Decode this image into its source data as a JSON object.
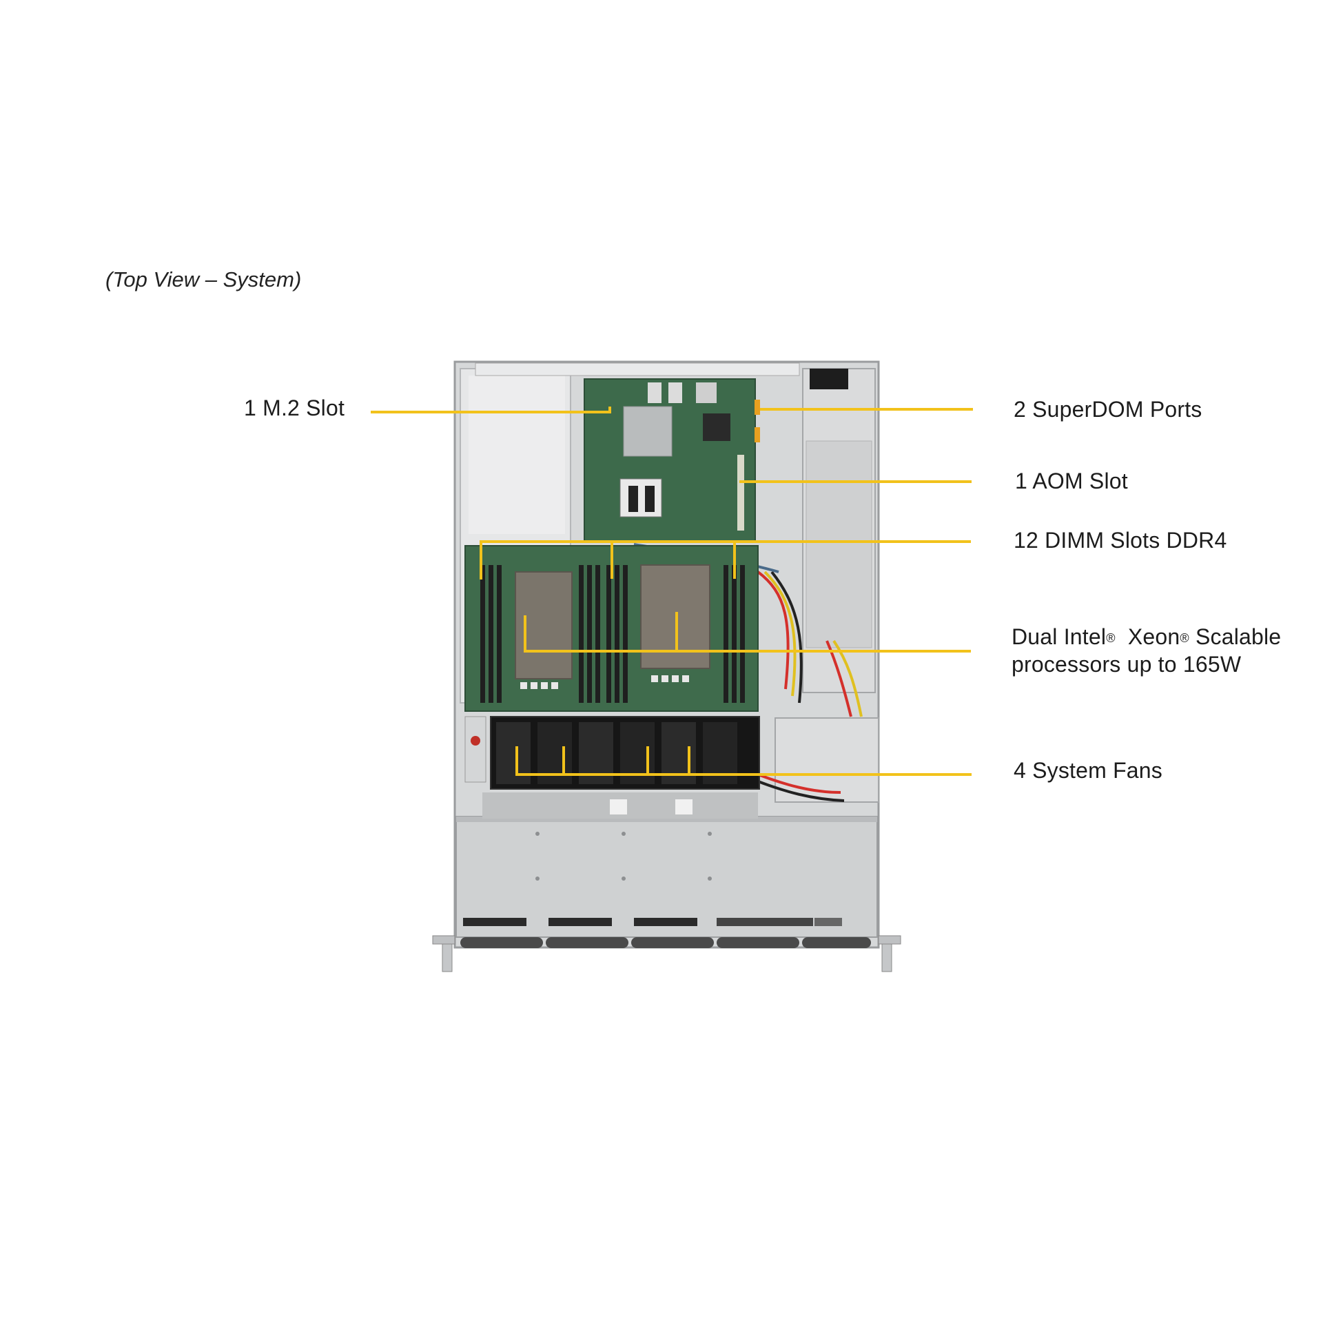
{
  "caption": "(Top View – System)",
  "labels": {
    "m2": "1 M.2 Slot",
    "superdom": "2 SuperDOM Ports",
    "aom": "1 AOM Slot",
    "dimm": "12 DIMM Slots DDR4",
    "cpu_part1": "Dual Intel",
    "cpu_part2": "Xeon",
    "cpu_part3": "Scalable",
    "cpu_line2": "processors up to 165W",
    "fans": "4 System Fans",
    "registered_mark": "®"
  },
  "colors": {
    "callout": "#f2c21b",
    "chassis": "#c9cbcc",
    "board": "#3f6b4c",
    "heatsink": "#7a746a",
    "fan": "#1c1c1c",
    "psu": "#d3d4d5"
  }
}
